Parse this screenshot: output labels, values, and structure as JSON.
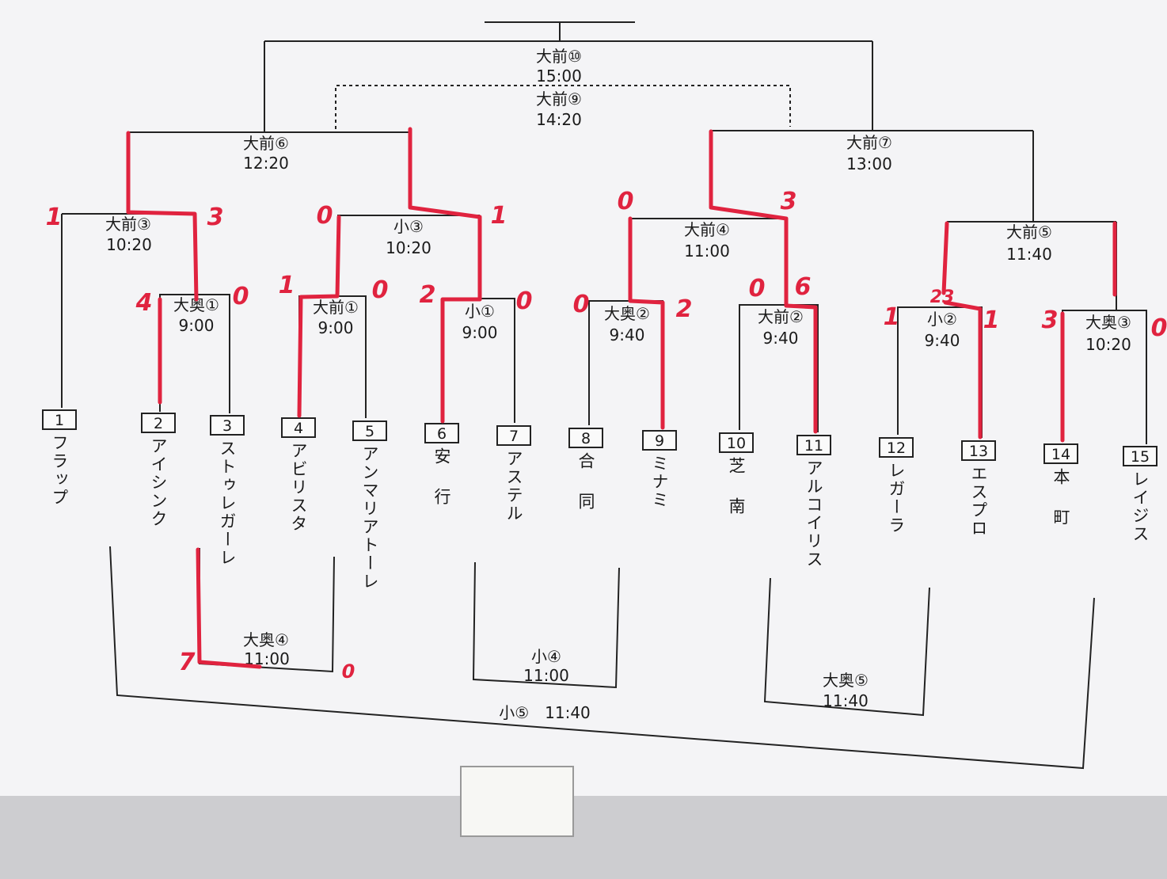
{
  "teams": [
    {
      "no": "1",
      "name": "フラップ"
    },
    {
      "no": "2",
      "name": "アイシンク"
    },
    {
      "no": "3",
      "name": "ストゥレガーレ"
    },
    {
      "no": "4",
      "name": "アビリスタ"
    },
    {
      "no": "5",
      "name": "アンマリアトーレ"
    },
    {
      "no": "6",
      "name": "安行"
    },
    {
      "no": "7",
      "name": "アステル"
    },
    {
      "no": "8",
      "name": "合同"
    },
    {
      "no": "9",
      "name": "ミナミ"
    },
    {
      "no": "10",
      "name": "芝南"
    },
    {
      "no": "11",
      "name": "アルコイリス"
    },
    {
      "no": "12",
      "name": "レガーラ"
    },
    {
      "no": "13",
      "name": "エスプロ"
    },
    {
      "no": "14",
      "name": "本町"
    },
    {
      "no": "15",
      "name": "レイジス"
    }
  ],
  "matches": {
    "final": {
      "venue": "大前⑩",
      "time": "15:00"
    },
    "third_place": {
      "venue": "大前⑨",
      "time": "14:20"
    },
    "semi_left": {
      "venue": "大前⑥",
      "time": "12:20"
    },
    "semi_right": {
      "venue": "大前⑦",
      "time": "13:00"
    },
    "qf1": {
      "venue": "大前③",
      "time": "10:20",
      "score_left": "1",
      "score_right": "3"
    },
    "qf2": {
      "venue": "小③",
      "time": "10:20",
      "score_left": "0",
      "score_right": "1"
    },
    "qf3": {
      "venue": "大前④",
      "time": "11:00",
      "score_left": "0",
      "score_right": "3"
    },
    "qf4": {
      "venue": "大前⑤",
      "time": "11:40"
    },
    "r1_1": {
      "venue": "大奥①",
      "time": "9:00",
      "score_left": "4",
      "score_right": "0"
    },
    "r1_2": {
      "venue": "大前①",
      "time": "9:00",
      "score_left": "1",
      "score_right": "0"
    },
    "r1_3": {
      "venue": "小①",
      "time": "9:00",
      "score_left": "2",
      "score_right": "0"
    },
    "r1_4": {
      "venue": "大奥②",
      "time": "9:40",
      "score_left": "0",
      "score_right": "2"
    },
    "r1_5": {
      "venue": "大前②",
      "time": "9:40",
      "score_left": "0",
      "score_right": "6"
    },
    "r1_6": {
      "venue": "小②",
      "time": "9:40",
      "score_left": "1",
      "score_mid": "23",
      "score_right": "1"
    },
    "r1_7": {
      "venue": "大奥③",
      "time": "10:20",
      "score_left": "3",
      "score_right": "0"
    },
    "cons_a": {
      "venue": "大奥④",
      "time": "11:00",
      "score_left": "7",
      "score_right": "0"
    },
    "cons_b": {
      "venue": "小④",
      "time": "11:00"
    },
    "cons_c": {
      "venue": "大奥⑤",
      "time": "11:40"
    },
    "cons_d": {
      "label": "小⑤　11:40"
    }
  }
}
